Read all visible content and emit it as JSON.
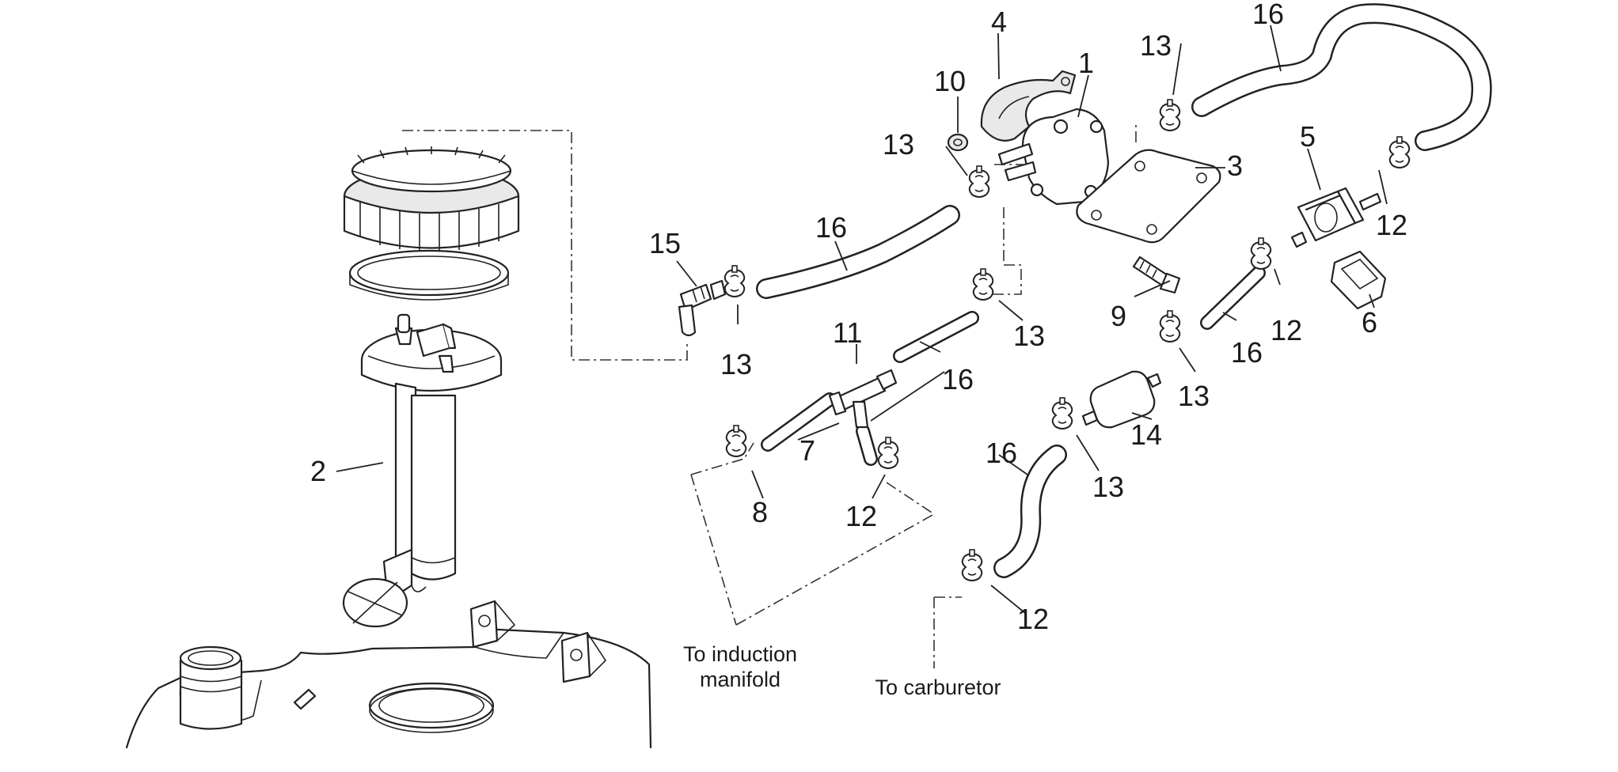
{
  "part_labels": {
    "p1": "1",
    "p2": "2",
    "p3": "3",
    "p4": "4",
    "p5": "5",
    "p6": "6",
    "p7": "7",
    "p8": "8",
    "p9": "9",
    "p10": "10",
    "p11": "11",
    "p12": "12",
    "p13": "13",
    "p14": "14",
    "p15": "15",
    "p16": "16"
  },
  "notes": {
    "induction_line1": "To induction",
    "induction_line2": "manifold",
    "carburetor": "To carburetor"
  }
}
